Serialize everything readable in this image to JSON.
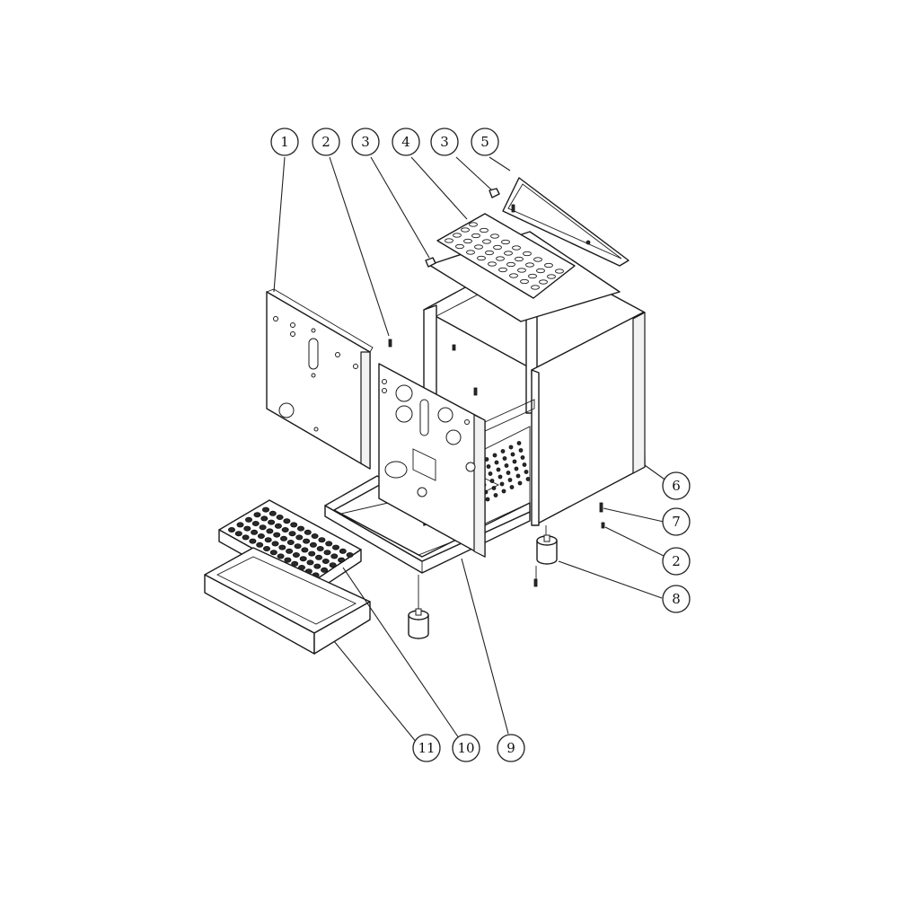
{
  "diagram": {
    "callouts": [
      {
        "label": "1"
      },
      {
        "label": "2"
      },
      {
        "label": "3"
      },
      {
        "label": "4"
      },
      {
        "label": "3"
      },
      {
        "label": "5"
      },
      {
        "label": "6"
      },
      {
        "label": "7"
      },
      {
        "label": "2"
      },
      {
        "label": "8"
      },
      {
        "label": "11"
      },
      {
        "label": "10"
      },
      {
        "label": "9"
      }
    ]
  }
}
